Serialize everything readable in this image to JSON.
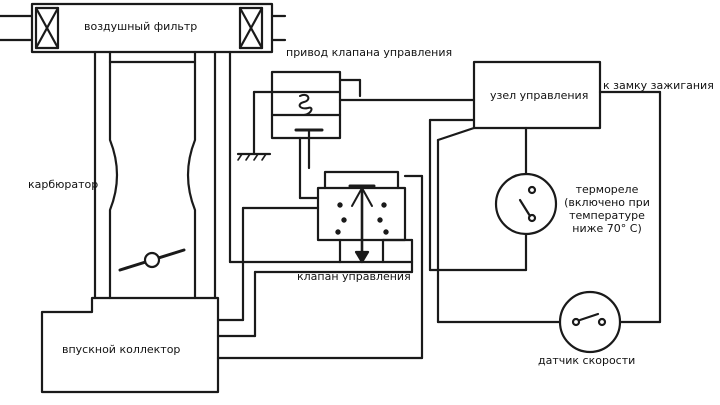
{
  "labels": {
    "air_filter": "воздушный фильтр",
    "valve_actuator": "привод клапана управления",
    "control_unit": "узел управления",
    "ignition": "к замку зажигания",
    "carburetor": "карбюратор",
    "thermo_relay": "термореле (включено при температуре ниже 70° С)",
    "control_valve": "клапан управления",
    "intake_manifold": "впускной коллектор",
    "speed_sensor": "датчик скорости"
  },
  "colors": {
    "line": "#1a1a1a",
    "background": "#ffffff"
  }
}
